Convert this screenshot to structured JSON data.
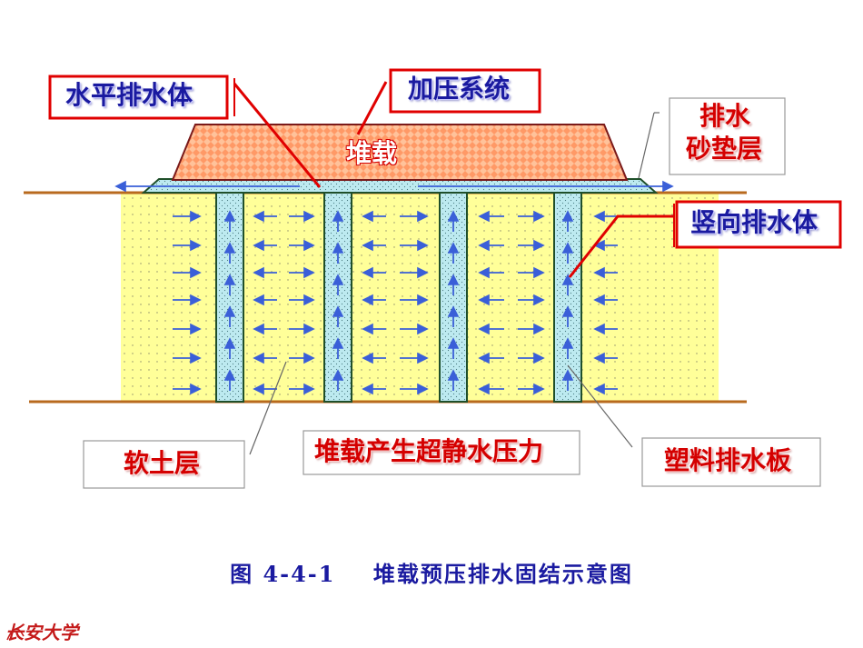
{
  "labels": {
    "horizontal_drain": "水平排水体",
    "pressure_system": "加压系统",
    "surcharge": "堆载",
    "sand_cushion_line1": "排水",
    "sand_cushion_line2": "砂垫层",
    "vertical_drain": "竖向排水体",
    "soft_soil": "软土层",
    "pore_pressure": "堆载产生超静水压力",
    "plastic_board": "塑料排水板"
  },
  "caption": "图 4-4-1    堆载预压排水固结示意图",
  "logo": "长安大学",
  "colors": {
    "label_blue": "#1a1aa0",
    "label_red": "#d40000",
    "frame_red": "#e00000",
    "frame_gray": "#999999",
    "surcharge_orange": "#ff9966",
    "soil_yellow": "#ffff99",
    "drain_cyan": "#bdeaf0",
    "arrow_blue": "#3a5fd8",
    "ground_brown": "#b86a1e",
    "drain_outline": "#1f4f2a",
    "logo_red": "#c41a1a"
  }
}
